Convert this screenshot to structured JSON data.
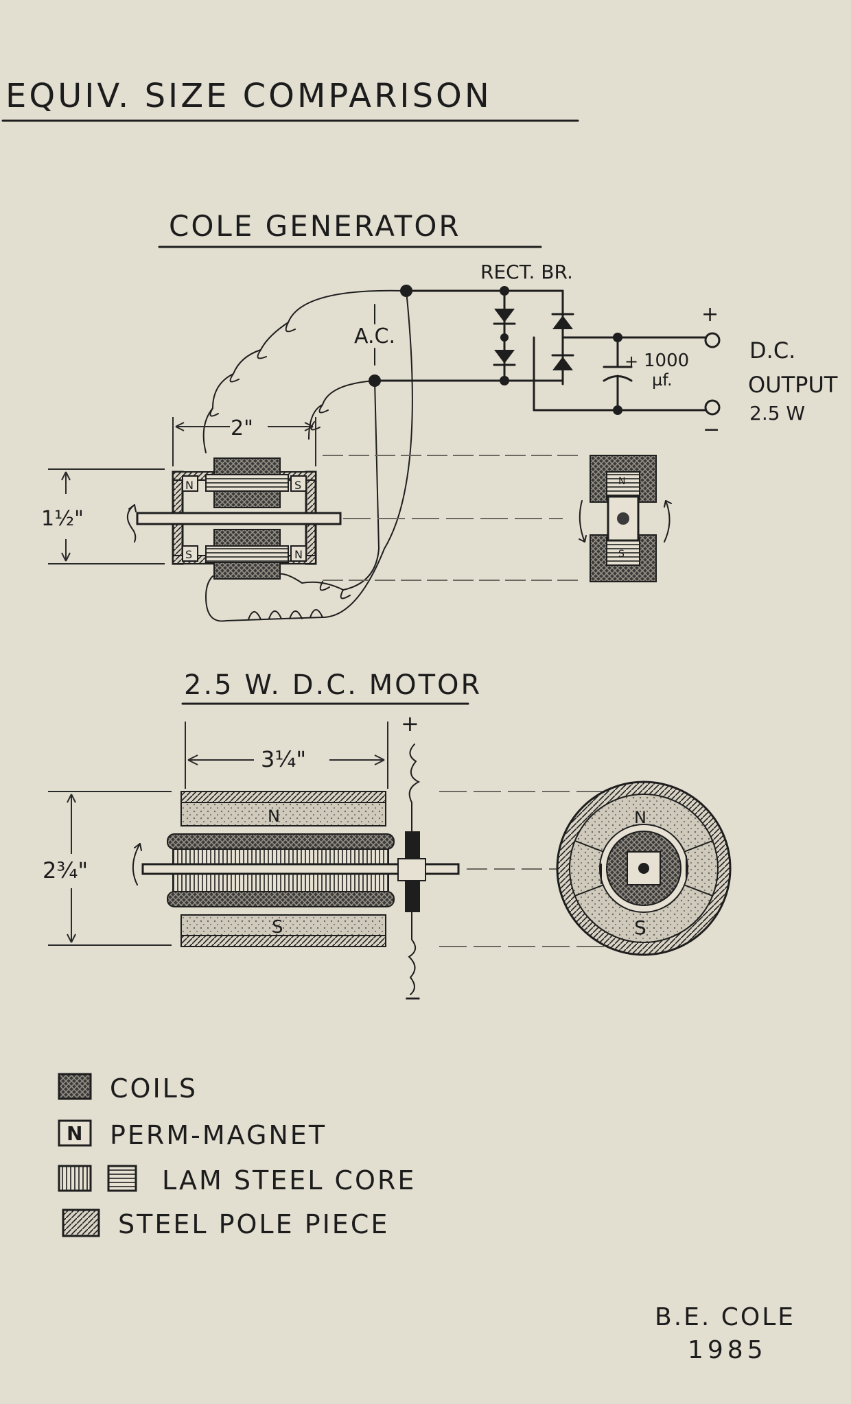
{
  "title": "EQUIV. SIZE COMPARISON",
  "generator": {
    "heading": "COLE GENERATOR",
    "rectifier_label": "RECT. BR.",
    "ac_label": "A.C.",
    "capacitor_label": "1000",
    "capacitor_unit": "µf.",
    "plus": "+",
    "minus": "−",
    "output_label_1": "D.C.",
    "output_label_2": "OUTPUT",
    "output_label_3": "2.5 W",
    "width_dim": "2\"",
    "height_dim": "1½\"",
    "magnet_n": "N",
    "magnet_s": "S"
  },
  "motor": {
    "heading": "2.5 W. D.C. MOTOR",
    "width_dim": "3¼\"",
    "height_dim": "2¾\"",
    "plus": "+",
    "minus": "−",
    "magnet_n": "N",
    "magnet_s": "S"
  },
  "legend": [
    {
      "label": "COILS"
    },
    {
      "label": "PERM-MAGNET"
    },
    {
      "label": "LAM STEEL CORE"
    },
    {
      "label": "STEEL POLE PIECE"
    }
  ],
  "signature": {
    "name": "B.E. COLE",
    "year": "1985"
  }
}
